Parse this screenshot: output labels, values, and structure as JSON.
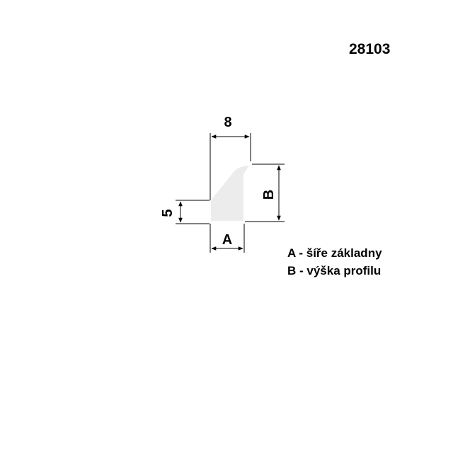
{
  "product_code": "28103",
  "dimensions": {
    "top_width": "8",
    "base_height": "5",
    "base_width_label": "A",
    "profile_height_label": "B"
  },
  "legend": {
    "line_a": "A - šíře základny",
    "line_b": "B - výška profilu"
  },
  "colors": {
    "profile_fill": "#ececec",
    "line": "#000000"
  }
}
